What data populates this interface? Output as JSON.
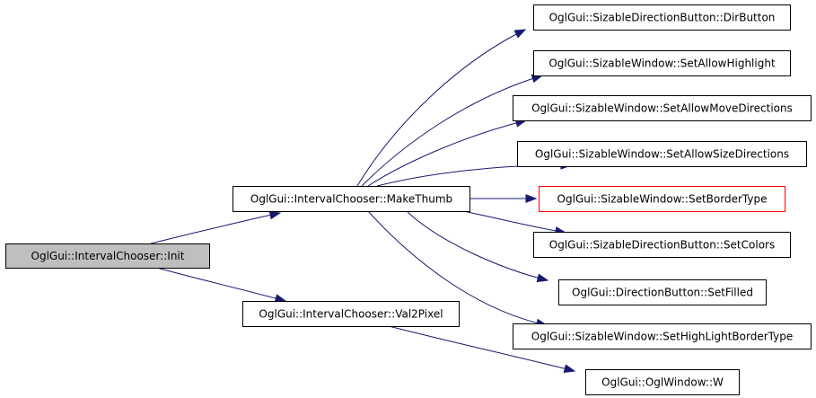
{
  "colors": {
    "node_fill": "#ffffff",
    "node_border": "#000000",
    "root_fill": "#bfbfbf",
    "highlight_border": "#ff0000",
    "edge": "#191970"
  },
  "nodes": [
    {
      "id": "init",
      "label": "OglGui::IntervalChooser::Init",
      "style": "root"
    },
    {
      "id": "makethumb",
      "label": "OglGui::IntervalChooser::MakeThumb",
      "style": "normal"
    },
    {
      "id": "val2pixel",
      "label": "OglGui::IntervalChooser::Val2Pixel",
      "style": "normal"
    },
    {
      "id": "dirbutton",
      "label": "OglGui::SizableDirectionButton::DirButton",
      "style": "normal"
    },
    {
      "id": "setallowhighlight",
      "label": "OglGui::SizableWindow::SetAllowHighlight",
      "style": "normal"
    },
    {
      "id": "setallowmovedirections",
      "label": "OglGui::SizableWindow::SetAllowMoveDirections",
      "style": "normal"
    },
    {
      "id": "setallowsizedirections",
      "label": "OglGui::SizableWindow::SetAllowSizeDirections",
      "style": "normal"
    },
    {
      "id": "setbordertype",
      "label": "OglGui::SizableWindow::SetBorderType",
      "style": "highlight"
    },
    {
      "id": "setcolors",
      "label": "OglGui::SizableDirectionButton::SetColors",
      "style": "normal"
    },
    {
      "id": "setfilled",
      "label": "OglGui::DirectionButton::SetFilled",
      "style": "normal"
    },
    {
      "id": "sethighlightbordertype",
      "label": "OglGui::SizableWindow::SetHighLightBorderType",
      "style": "normal"
    },
    {
      "id": "w",
      "label": "OglGui::OglWindow::W",
      "style": "normal"
    }
  ],
  "edges": [
    {
      "from": "init",
      "to": "makethumb"
    },
    {
      "from": "init",
      "to": "val2pixel"
    },
    {
      "from": "makethumb",
      "to": "dirbutton"
    },
    {
      "from": "makethumb",
      "to": "setallowhighlight"
    },
    {
      "from": "makethumb",
      "to": "setallowmovedirections"
    },
    {
      "from": "makethumb",
      "to": "setallowsizedirections"
    },
    {
      "from": "makethumb",
      "to": "setbordertype"
    },
    {
      "from": "makethumb",
      "to": "setcolors"
    },
    {
      "from": "makethumb",
      "to": "setfilled"
    },
    {
      "from": "makethumb",
      "to": "sethighlightbordertype"
    },
    {
      "from": "val2pixel",
      "to": "w"
    }
  ]
}
